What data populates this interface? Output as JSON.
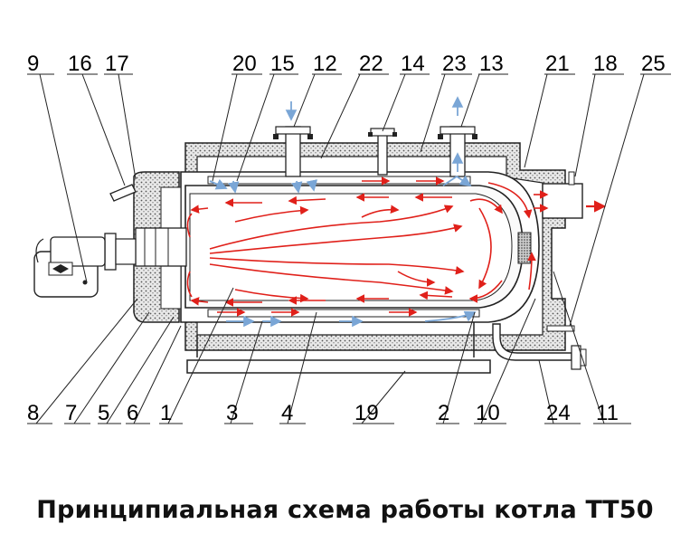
{
  "caption": "Принципиальная схема работы котла ТТ50",
  "labels_top": [
    "9",
    "16",
    "17",
    "20",
    "15",
    "12",
    "22",
    "14",
    "23",
    "13",
    "21",
    "18",
    "25"
  ],
  "labels_bottom": [
    "8",
    "7",
    "5",
    "6",
    "1",
    "3",
    "4",
    "19",
    "2",
    "10",
    "24",
    "11"
  ],
  "colors": {
    "flame": "#e0201a",
    "water": "#7aa6d6",
    "insulation": "#555555",
    "line": "#222222"
  }
}
